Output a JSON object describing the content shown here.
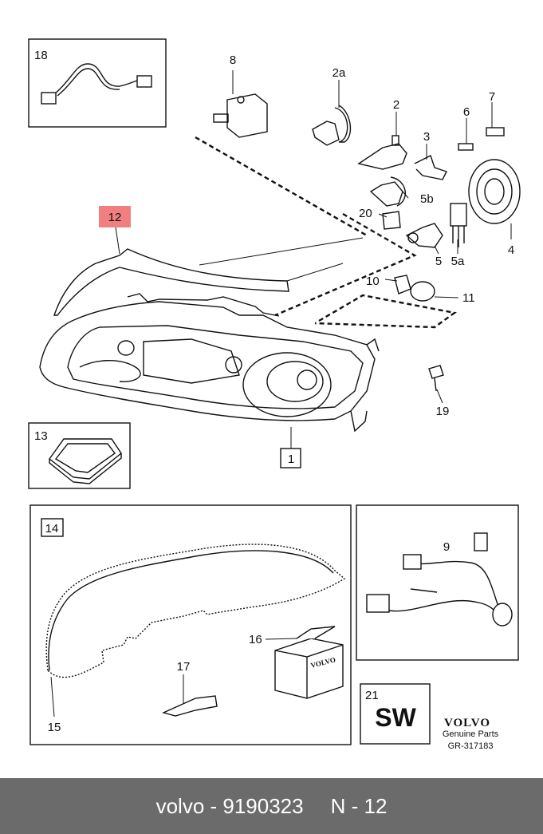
{
  "diagram": {
    "callouts": {
      "c1": "1",
      "c2": "2",
      "c2a": "2a",
      "c3": "3",
      "c4": "4",
      "c5": "5",
      "c5a": "5a",
      "c5b": "5b",
      "c6": "6",
      "c7": "7",
      "c8": "8",
      "c9": "9",
      "c10": "10",
      "c11": "11",
      "c12": "12",
      "c13": "13",
      "c14": "14",
      "c15": "15",
      "c16": "16",
      "c17": "17",
      "c18": "18",
      "c19": "19",
      "c20": "20",
      "c21": "21"
    },
    "box_label": "VOLVO",
    "sw_label": "SW",
    "brand_logo": "VOLVO",
    "brand_sub": "Genuine Parts",
    "ref_code": "GR-317183",
    "highlight_color": "#f08080"
  },
  "footer": {
    "part_text": "volvo - 9190323",
    "ref_text": "N - 12"
  }
}
